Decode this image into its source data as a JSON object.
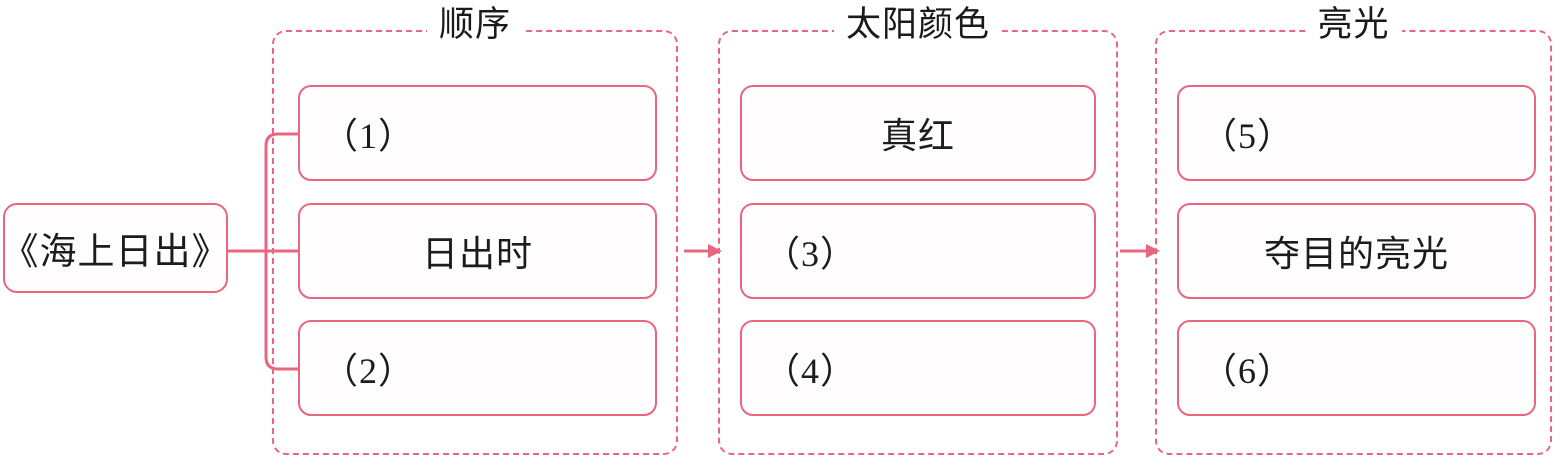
{
  "diagram": {
    "root": {
      "label": "《海上日出》"
    },
    "groups": [
      {
        "title": "顺序",
        "nodes": [
          {
            "label": "（1）",
            "align": "left"
          },
          {
            "label": "日出时",
            "align": "center"
          },
          {
            "label": "（2）",
            "align": "left"
          }
        ]
      },
      {
        "title": "太阳颜色",
        "nodes": [
          {
            "label": "真红",
            "align": "center"
          },
          {
            "label": "（3）",
            "align": "left"
          },
          {
            "label": "（4）",
            "align": "left"
          }
        ]
      },
      {
        "title": "亮光",
        "nodes": [
          {
            "label": "（5）",
            "align": "left"
          },
          {
            "label": "夺目的亮光",
            "align": "center"
          },
          {
            "label": "（6）",
            "align": "left"
          }
        ]
      }
    ],
    "connectors": {
      "bracket_name": "brace-connector",
      "arrow_1_name": "arrow-group1-to-group2",
      "arrow_2_name": "arrow-group2-to-group3"
    },
    "colors": {
      "stroke": "#e8677f",
      "dashed_stroke": "#e8677f",
      "text": "#1c1c1c",
      "background": "#ffffff"
    }
  }
}
